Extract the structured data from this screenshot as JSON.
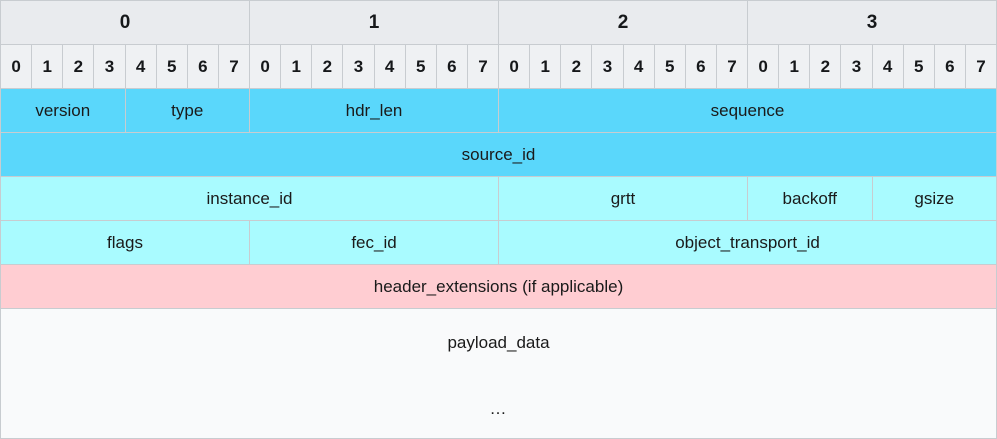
{
  "diagram": {
    "title": "packet-header-layout",
    "bit_width": 32,
    "colors": {
      "dark_cyan": "#5ad7fb",
      "light_cyan": "#a9fbff",
      "pink": "#ffcdd2",
      "plain": "#f9fafb",
      "header_byte_bg": "#e9ebee",
      "header_bit_bg": "#eff1f3",
      "border": "#c8ccd0"
    }
  },
  "byte_header": {
    "labels": [
      "0",
      "1",
      "2",
      "3"
    ]
  },
  "bit_header": {
    "labels": [
      "0",
      "1",
      "2",
      "3",
      "4",
      "5",
      "6",
      "7",
      "0",
      "1",
      "2",
      "3",
      "4",
      "5",
      "6",
      "7",
      "0",
      "1",
      "2",
      "3",
      "4",
      "5",
      "6",
      "7",
      "0",
      "1",
      "2",
      "3",
      "4",
      "5",
      "6",
      "7"
    ]
  },
  "field_rows": [
    {
      "fill": "dark",
      "fields": [
        {
          "label": "version",
          "bits": 4
        },
        {
          "label": "type",
          "bits": 4
        },
        {
          "label": "hdr_len",
          "bits": 8
        },
        {
          "label": "sequence",
          "bits": 16
        }
      ]
    },
    {
      "fill": "dark",
      "fields": [
        {
          "label": "source_id",
          "bits": 32
        }
      ]
    },
    {
      "fill": "light",
      "fields": [
        {
          "label": "instance_id",
          "bits": 16
        },
        {
          "label": "grtt",
          "bits": 8
        },
        {
          "label": "backoff",
          "bits": 4
        },
        {
          "label": "gsize",
          "bits": 4
        }
      ]
    },
    {
      "fill": "light",
      "fields": [
        {
          "label": "flags",
          "bits": 8
        },
        {
          "label": "fec_id",
          "bits": 8
        },
        {
          "label": "object_transport_id",
          "bits": 16
        }
      ]
    },
    {
      "fill": "pink",
      "fields": [
        {
          "label": "header_extensions (if applicable)",
          "bits": 32
        }
      ]
    }
  ],
  "payload": {
    "label": "payload_data",
    "continuation": "…"
  }
}
